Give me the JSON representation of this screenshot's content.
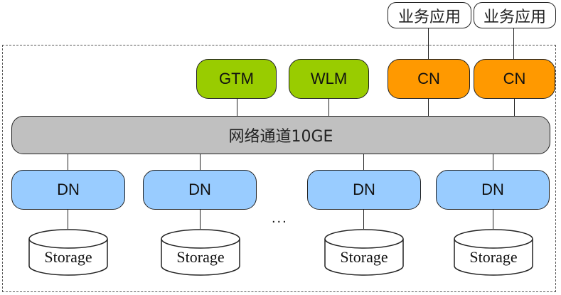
{
  "diagram": {
    "apps": [
      "业务应用",
      "业务应用"
    ],
    "coordinators": [
      {
        "label": "GTM",
        "color": "#99cc00"
      },
      {
        "label": "WLM",
        "color": "#99cc00"
      },
      {
        "label": "CN",
        "color": "#ff9900"
      },
      {
        "label": "CN",
        "color": "#ff9900"
      }
    ],
    "network": {
      "label": "网络通道10GE",
      "color": "#c0c0c0"
    },
    "data_nodes": [
      {
        "label": "DN",
        "storage": "Storage"
      },
      {
        "label": "DN",
        "storage": "Storage"
      },
      {
        "label": "DN",
        "storage": "Storage"
      },
      {
        "label": "DN",
        "storage": "Storage"
      }
    ],
    "ellipsis": "...",
    "dn_color": "#99ccff"
  }
}
